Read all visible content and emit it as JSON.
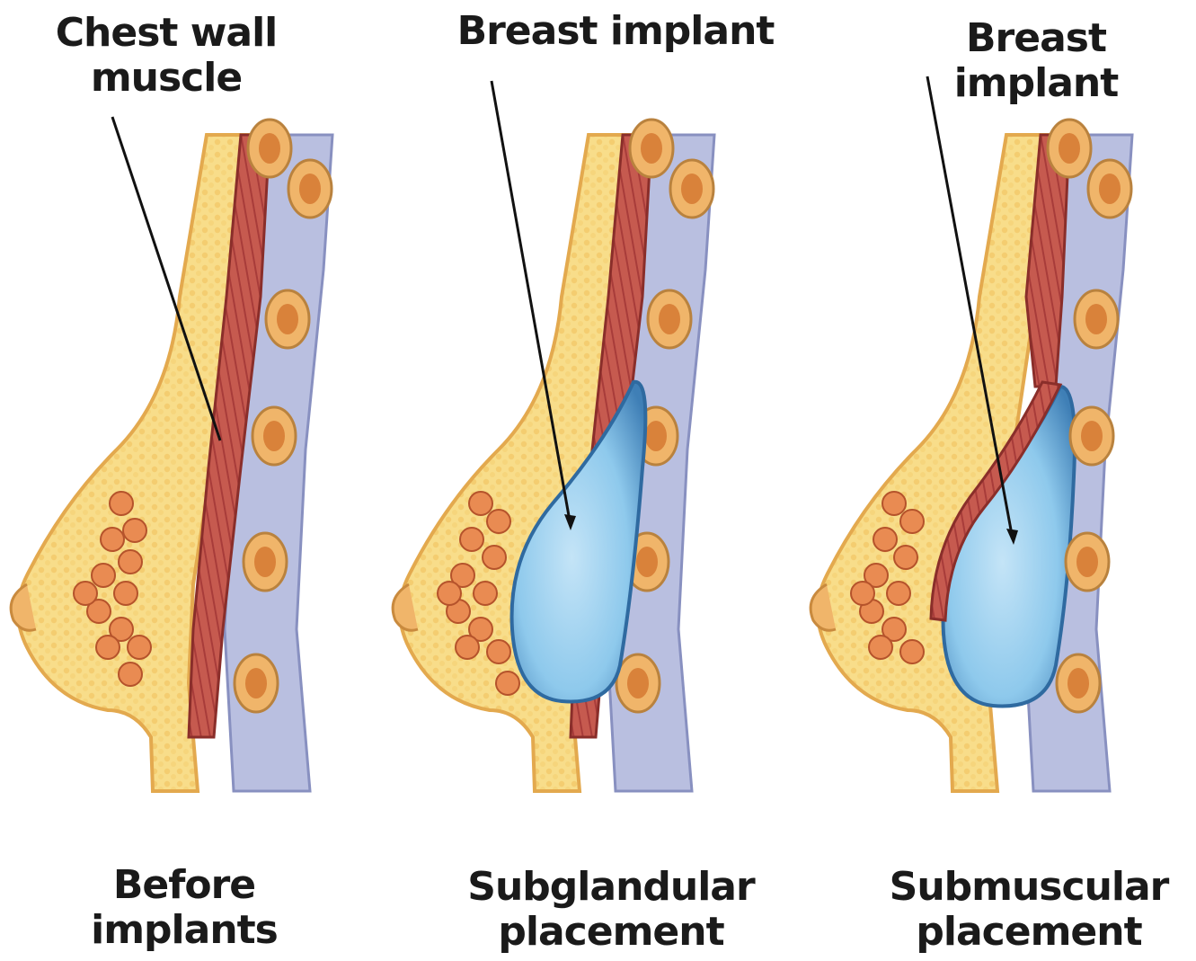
{
  "labels": {
    "chest_wall_muscle": [
      "Chest wall",
      "muscle"
    ],
    "breast_implant_1": "Breast implant",
    "breast_implant_2": "Breast implant",
    "before": [
      "Before",
      "implants"
    ],
    "subglandular": [
      "Subglandular",
      "placement"
    ],
    "submuscular": [
      "Submuscular",
      "placement"
    ]
  },
  "colors": {
    "skin": "#f3c47c",
    "fat": "#f8dd8a",
    "fat_dots": "#f1c96a",
    "muscle": "#c2504a",
    "muscle_stripe": "#a83c3a",
    "rib_bg": "#b9bfe0",
    "rib": "#f0b56a",
    "rib_core": "#d9823a",
    "gland": "#e98b52",
    "gland_dark": "#b5532b",
    "implant": "#8ec9ec",
    "implant_dark": "#3f7fb6",
    "line": "#111111"
  }
}
